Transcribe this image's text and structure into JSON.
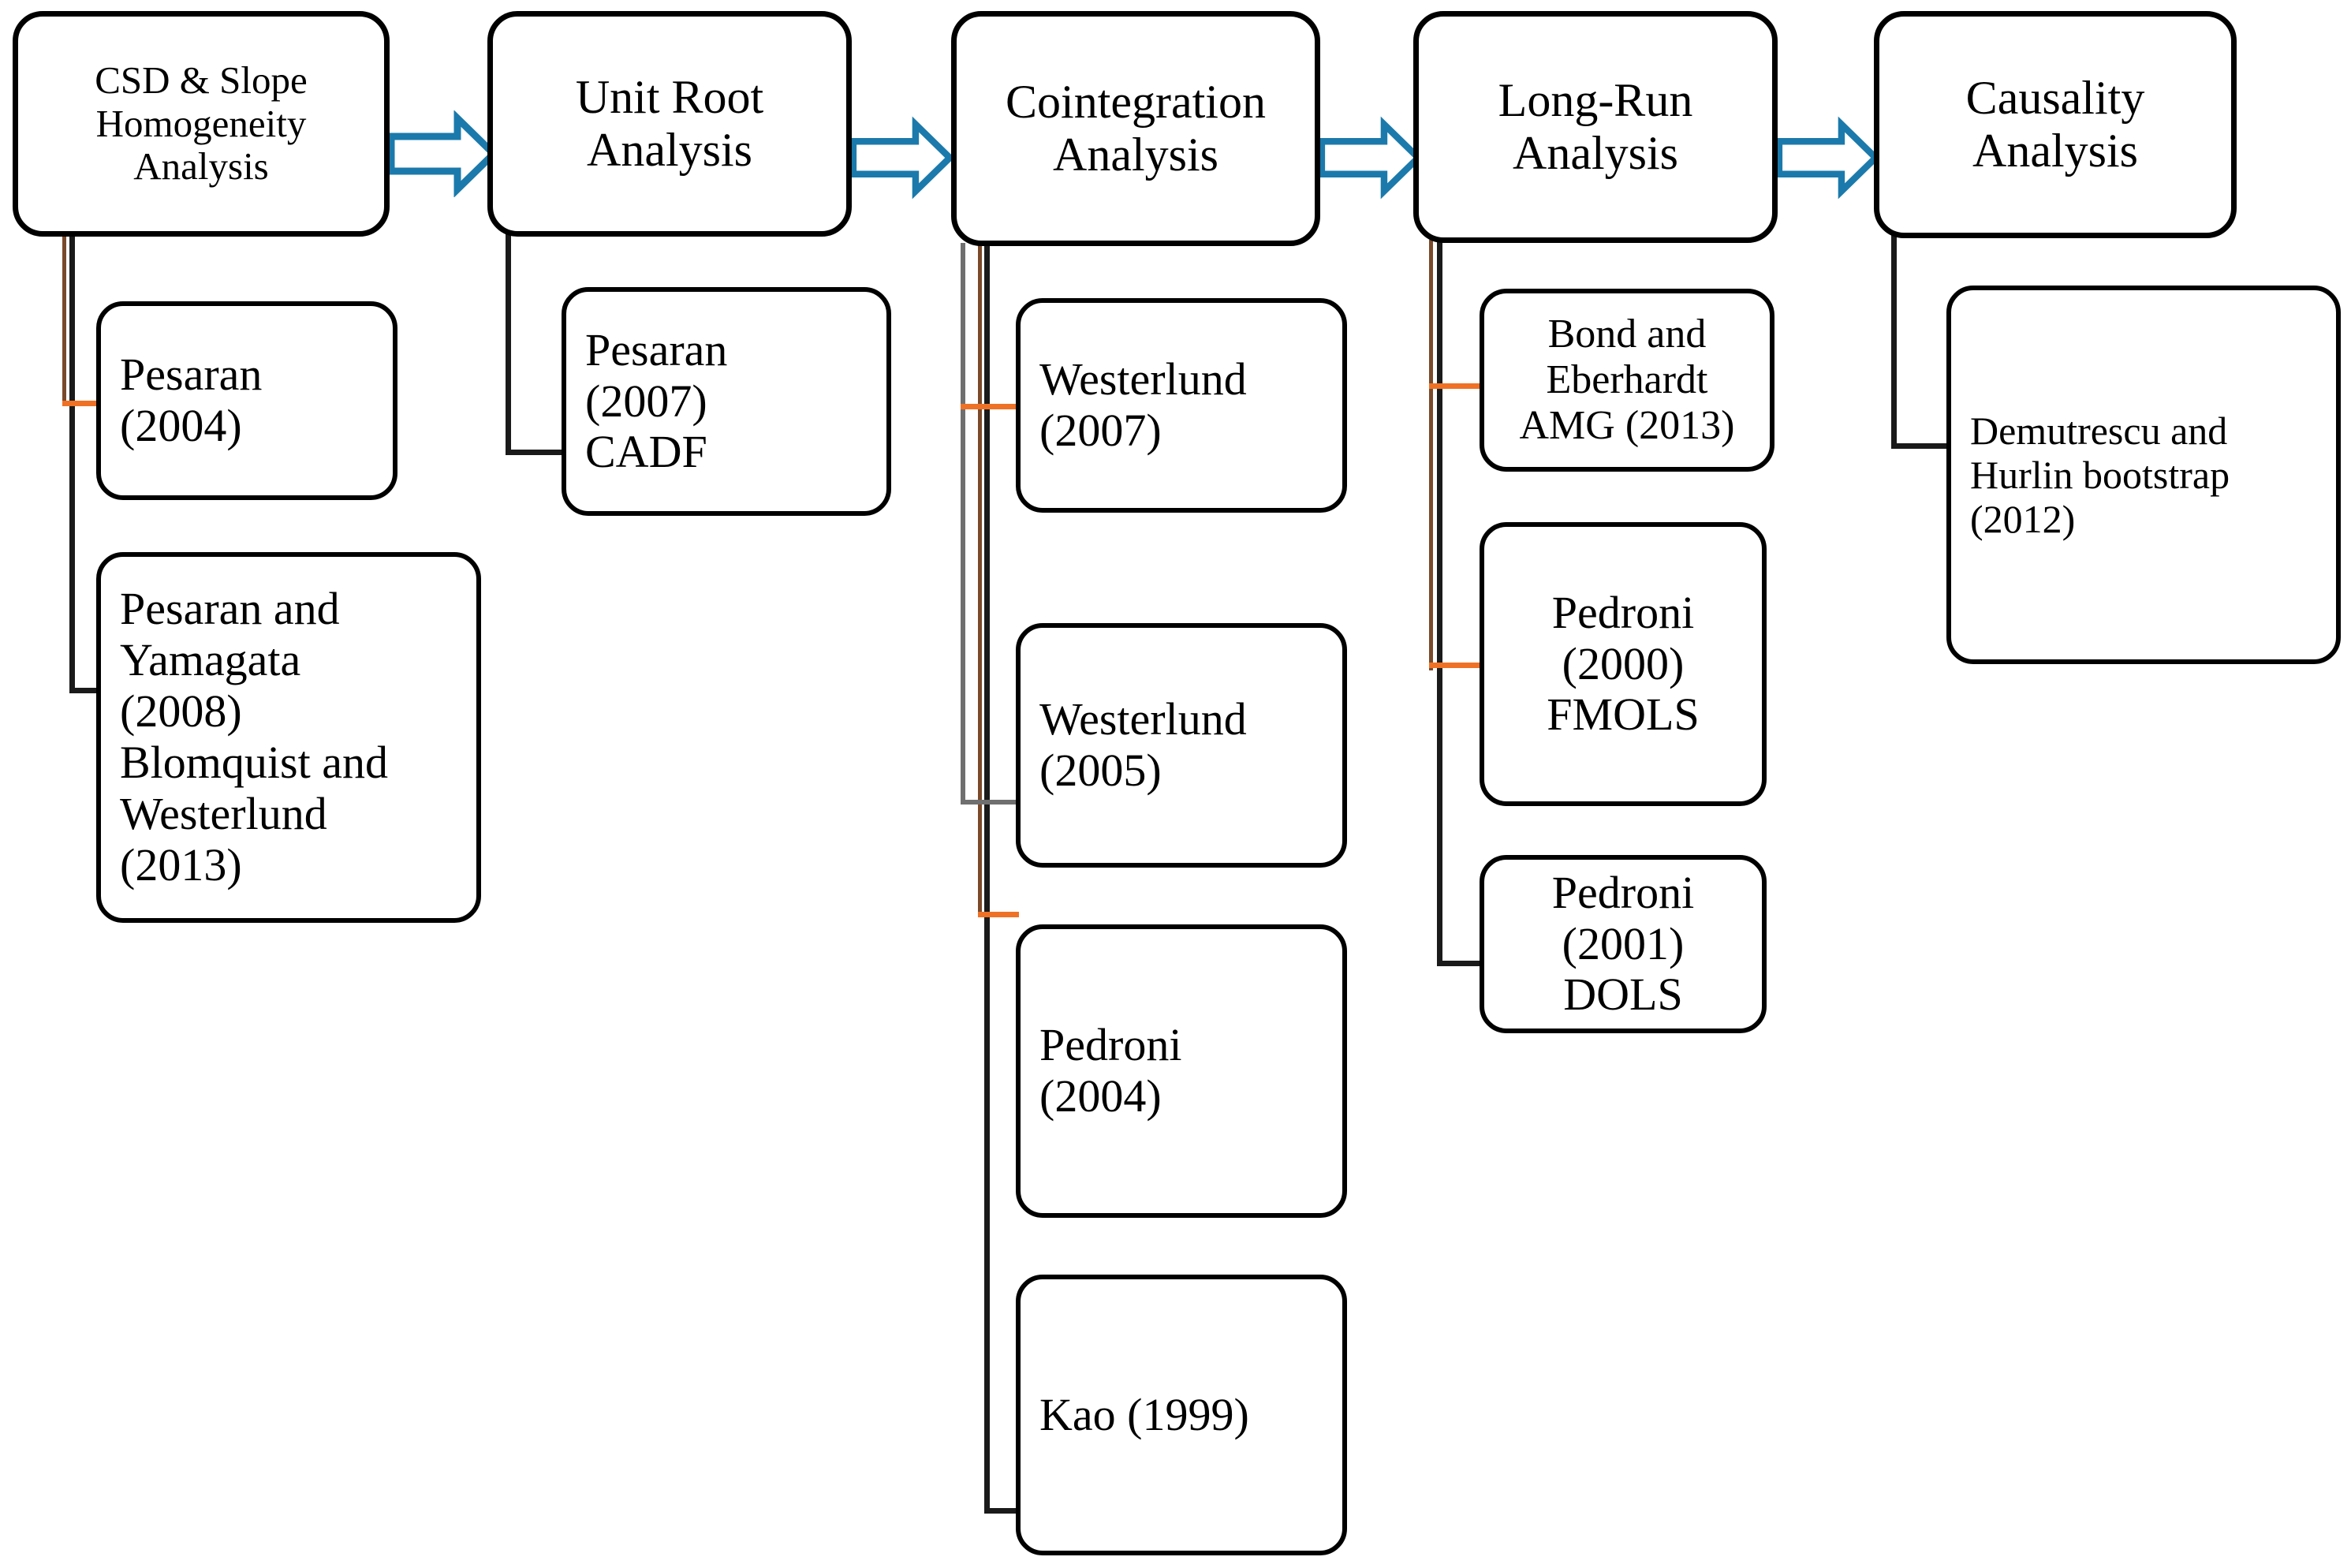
{
  "diagram": {
    "title": "Econometric Analysis Methodology Flowchart",
    "accent_arrow_color": "#1b7aab",
    "connector_brown": "#7a4a2b",
    "connector_orange": "#ef7125",
    "connector_gray": "#6f6f6f",
    "box_border_color": "#000000",
    "background": "#ffffff"
  },
  "stages": [
    {
      "id": "csd",
      "label": "CSD & Slope\nHomogeneity\nAnalysis",
      "methods": [
        {
          "id": "pesaran-2004",
          "label": "Pesaran\n(2004)"
        },
        {
          "id": "pesaran-yamagata-blomquist",
          "label": "Pesaran and\nYamagata\n(2008)\nBlomquist and\nWesterlund\n(2013)"
        }
      ]
    },
    {
      "id": "unit-root",
      "label": "Unit Root\nAnalysis",
      "methods": [
        {
          "id": "pesaran-2007-cadf",
          "label": "Pesaran\n(2007)\nCADF"
        }
      ]
    },
    {
      "id": "cointegration",
      "label": "Cointegration\nAnalysis",
      "methods": [
        {
          "id": "westerlund-2007",
          "label": "Westerlund\n(2007)"
        },
        {
          "id": "westerlund-2005",
          "label": "Westerlund\n(2005)"
        },
        {
          "id": "pedroni-2004",
          "label": "Pedroni\n(2004)"
        },
        {
          "id": "kao-1999",
          "label": "Kao (1999)"
        }
      ]
    },
    {
      "id": "long-run",
      "label": "Long-Run\nAnalysis",
      "methods": [
        {
          "id": "bond-eberhardt-amg-2013",
          "label": "Bond and\nEberhardt\nAMG (2013)"
        },
        {
          "id": "pedroni-2000-fmols",
          "label": "Pedroni\n(2000)\nFMOLS"
        },
        {
          "id": "pedroni-2001-dols",
          "label": "Pedroni\n(2001)\nDOLS"
        }
      ]
    },
    {
      "id": "causality",
      "label": "Causality\nAnalysis",
      "methods": [
        {
          "id": "demutrescu-hurlin-2012",
          "label": "Demutrescu and\nHurlin bootstrap\n(2012)"
        }
      ]
    }
  ],
  "arrows": [
    {
      "id": "arrow-csd-to-unitroot",
      "from": "csd",
      "to": "unit-root"
    },
    {
      "id": "arrow-unitroot-to-cointegration",
      "from": "unit-root",
      "to": "cointegration"
    },
    {
      "id": "arrow-cointegration-to-longrun",
      "from": "cointegration",
      "to": "long-run"
    },
    {
      "id": "arrow-longrun-to-causality",
      "from": "long-run",
      "to": "causality"
    }
  ]
}
